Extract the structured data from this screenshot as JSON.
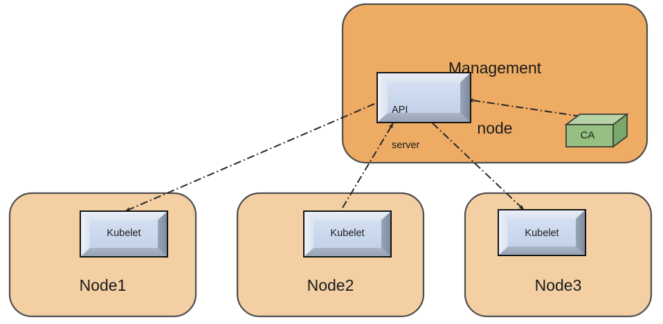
{
  "diagram": {
    "title": "Kubernetes node certificate flow",
    "type": "architecture-diagram",
    "background_color": "#ffffff"
  },
  "management_node": {
    "label": "Management\nnode",
    "label_line1": "Management",
    "label_line2": "node",
    "fill_color": "#edab64",
    "stroke_color": "#4d4d4d",
    "components": {
      "api_server": {
        "label": "API\nserver",
        "label_line1": "API",
        "label_line2": "server",
        "fill_color": "#ccd9ef",
        "frame_color": "#b3bdcc",
        "stroke_color": "#1a1a1a",
        "shape": "beveled-frame-box"
      },
      "ca": {
        "label": "CA",
        "fill_color": "#96c081",
        "top_color": "#b5d3a4",
        "side_color": "#7aa86a",
        "stroke_color": "#3d3d3d",
        "shape": "3d-cuboid"
      }
    }
  },
  "worker_nodes": [
    {
      "label": "Node1",
      "fill_color": "#f3cfa3",
      "stroke_color": "#4d4d4d",
      "component": {
        "label": "Kubelet",
        "fill_color": "#ccd9ef",
        "frame_color": "#b3bdcc",
        "shape": "beveled-frame-box"
      }
    },
    {
      "label": "Node2",
      "fill_color": "#f3cfa3",
      "stroke_color": "#4d4d4d",
      "component": {
        "label": "Kubelet",
        "fill_color": "#ccd9ef",
        "frame_color": "#b3bdcc",
        "shape": "beveled-frame-box"
      }
    },
    {
      "label": "Node3",
      "fill_color": "#f3cfa3",
      "stroke_color": "#4d4d4d",
      "component": {
        "label": "Kubelet",
        "fill_color": "#ccd9ef",
        "frame_color": "#b3bdcc",
        "shape": "beveled-frame-box"
      }
    }
  ],
  "connections": [
    {
      "name": "api-server-to-kubelet1",
      "from": "API server",
      "to": "Node1 Kubelet",
      "style": "dash-dot",
      "direction": "one-way",
      "color": "#262626"
    },
    {
      "name": "kubelet2-to-api-server",
      "from": "Node2 Kubelet",
      "to": "API server",
      "style": "dash-dot",
      "direction": "one-way",
      "color": "#262626"
    },
    {
      "name": "api-server-to-kubelet3",
      "from": "API server",
      "to": "Node3 Kubelet",
      "style": "dash-dot",
      "direction": "one-way",
      "color": "#262626"
    },
    {
      "name": "api-server-to-ca",
      "from": "API server",
      "to": "CA",
      "style": "dash-dot",
      "direction": "two-way",
      "color": "#262626"
    }
  ]
}
